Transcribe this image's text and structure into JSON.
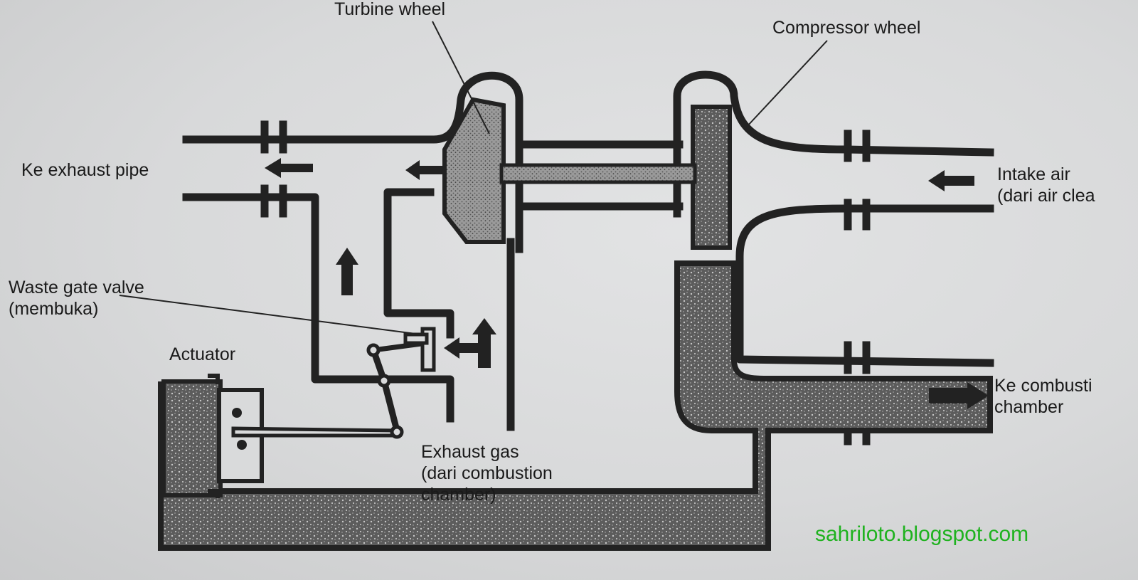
{
  "labels": {
    "turbine_wheel": "Turbine wheel",
    "compressor_wheel": "Compressor wheel",
    "exhaust_pipe": "Ke exhaust pipe",
    "intake_line1": "Intake air",
    "intake_line2": "(dari air clea",
    "wastegate_line1": "Waste gate valve",
    "wastegate_line2": "(membuka)",
    "actuator": "Actuator",
    "exhaust_gas_line1": "Exhaust gas",
    "exhaust_gas_line2": "(dari combustion",
    "exhaust_gas_line3": "chamber)",
    "combustion_line1": "Ke combusti",
    "combustion_line2": "chamber"
  },
  "watermark": "sahriloto.blogspot.com",
  "colors": {
    "line": "#222222",
    "shading": "#6b6b6b",
    "watermark": "#1fb21f",
    "background": "#d9dadb"
  }
}
